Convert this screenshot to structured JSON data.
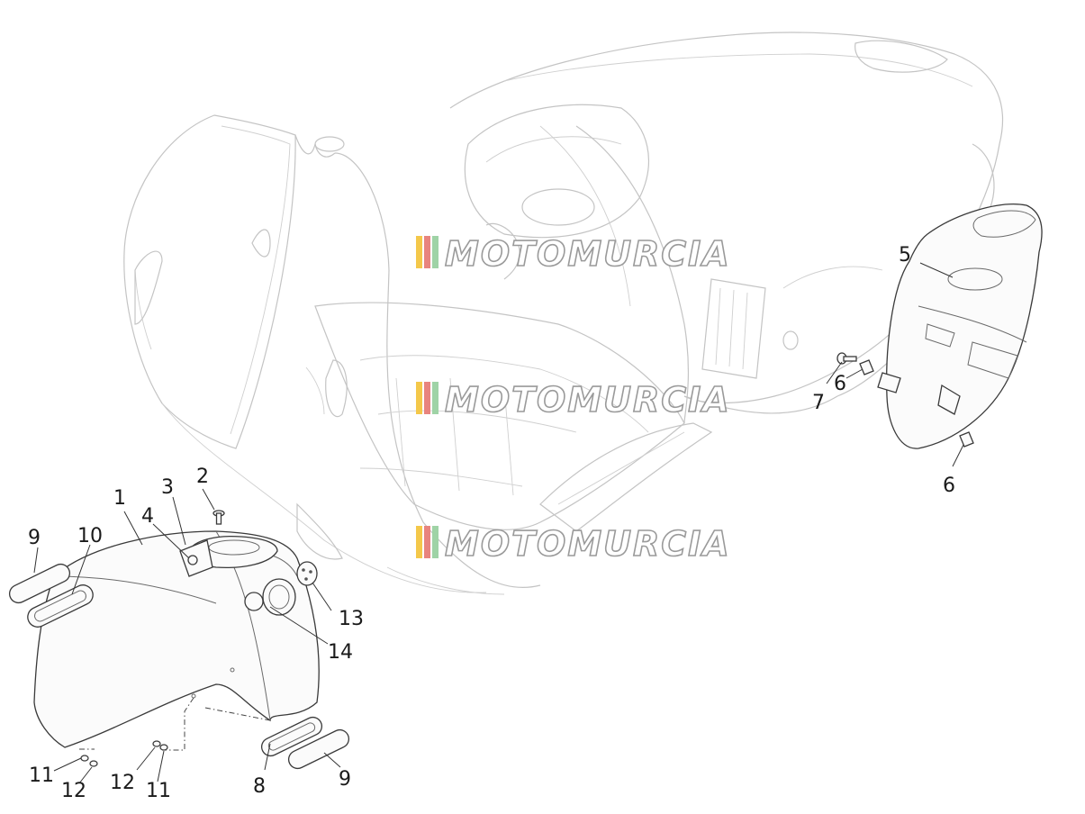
{
  "watermark": {
    "text": "MOTOMURCIA",
    "stripe_colors": [
      "#f4c84a",
      "#e8847e",
      "#9fd3a6"
    ]
  },
  "callouts": [
    {
      "id": "c1",
      "label": "1"
    },
    {
      "id": "c2",
      "label": "2"
    },
    {
      "id": "c3",
      "label": "3"
    },
    {
      "id": "c4",
      "label": "4"
    },
    {
      "id": "c5",
      "label": "5"
    },
    {
      "id": "c6a",
      "label": "6"
    },
    {
      "id": "c6b",
      "label": "6"
    },
    {
      "id": "c7",
      "label": "7"
    },
    {
      "id": "c8",
      "label": "8"
    },
    {
      "id": "c9a",
      "label": "9"
    },
    {
      "id": "c9b",
      "label": "9"
    },
    {
      "id": "c10",
      "label": "10"
    },
    {
      "id": "c11a",
      "label": "11"
    },
    {
      "id": "c11b",
      "label": "11"
    },
    {
      "id": "c12a",
      "label": "12"
    },
    {
      "id": "c12b",
      "label": "12"
    },
    {
      "id": "c13",
      "label": "13"
    },
    {
      "id": "c14",
      "label": "14"
    }
  ]
}
